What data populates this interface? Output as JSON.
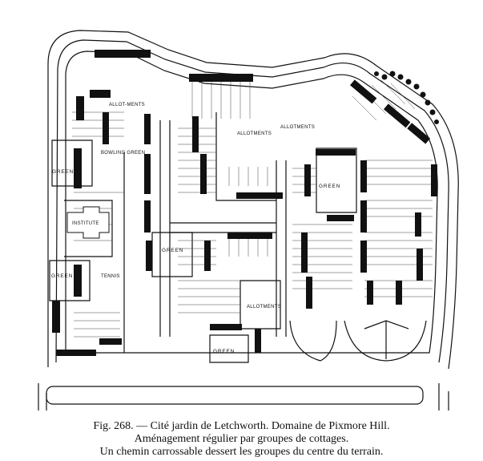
{
  "caption": {
    "line1": "Fig. 268. — Cité jardin de Letchworth. Domaine de Pixmore Hill.",
    "line2": "Aménagement régulier par groupes de cottages.",
    "line3": "Un chemin carrossable dessert les groupes du centre du terrain."
  },
  "labels": {
    "allotments_nw": "ALLOT-MENTS",
    "allotments_centre": "ALLOTMENTS",
    "allotments_ne": "ALLOTMENTS",
    "allotments_south": "ALLOTMENTS",
    "green_west": "GREEN",
    "green_sw": "GREEN",
    "green_centre": "GREEN",
    "green_east": "GREEN",
    "green_south": "GREEN",
    "institute": "INSTITUTE",
    "tennis": "TENNIS",
    "bowling_green": "BOWLING GREEN"
  }
}
